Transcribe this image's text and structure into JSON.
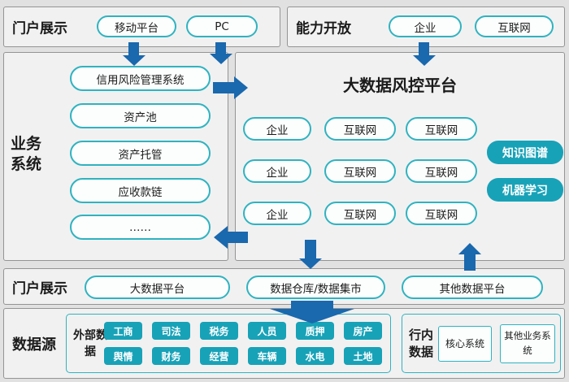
{
  "colors": {
    "teal": "#2fb3c0",
    "teal_fill": "#18a2b8",
    "arrow": "#1a68ae",
    "panel_border": "#949494",
    "panel_bg": "#f1f1f1",
    "page_bg": "#e1e1e1",
    "ink": "#1b1b1b",
    "pill_bg": "#fcfdfd"
  },
  "sections": {
    "portal_top": {
      "label": "门户展示",
      "pills": [
        "移动平台",
        "PC"
      ]
    },
    "capability": {
      "label": "能力开放",
      "pills": [
        "企业",
        "互联网"
      ]
    },
    "business": {
      "label": "业务系统",
      "pills": [
        "信用风险管理系统",
        "资产池",
        "资产托管",
        "应收款链",
        "……"
      ]
    },
    "platform": {
      "title": "大数据风控平台",
      "rows": [
        [
          "企业",
          "互联网",
          "互联网"
        ],
        [
          "企业",
          "互联网",
          "互联网"
        ],
        [
          "企业",
          "互联网",
          "互联网"
        ]
      ],
      "capabilities": [
        "知识图谱",
        "机器学习"
      ]
    },
    "portal_bottom": {
      "label": "门户展示",
      "pills": [
        "大数据平台",
        "数据仓库/数据集市",
        "其他数据平台"
      ]
    },
    "datasource": {
      "label": "数据源",
      "external": {
        "label": "外部数据",
        "items": [
          "工商",
          "司法",
          "税务",
          "人员",
          "质押",
          "房产",
          "舆情",
          "财务",
          "经营",
          "车辆",
          "水电",
          "土地"
        ]
      },
      "internal": {
        "label": "行内数据",
        "items": [
          "核心系统",
          "其他业务系统"
        ]
      }
    }
  }
}
